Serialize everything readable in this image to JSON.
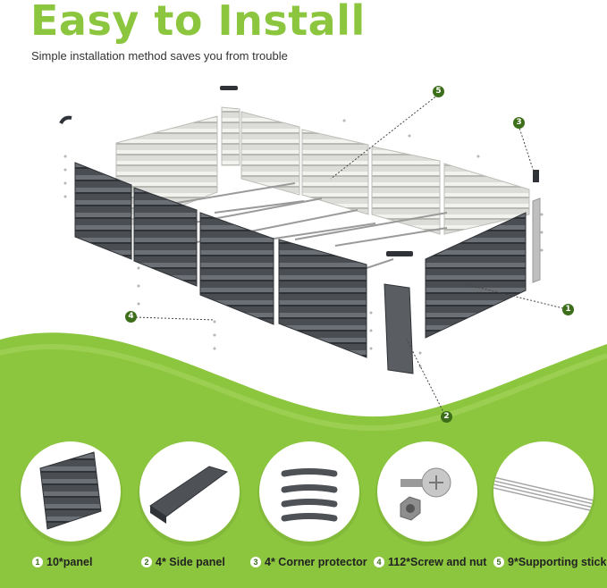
{
  "header": {
    "title": "Easy to Install",
    "subtitle": "Simple installation method saves you from trouble"
  },
  "callouts": [
    "1",
    "2",
    "3",
    "4",
    "5"
  ],
  "parts": [
    {
      "number": "1",
      "label": "10*panel",
      "icon": "panel-icon"
    },
    {
      "number": "2",
      "label": "4* Side panel",
      "icon": "side-panel-icon"
    },
    {
      "number": "3",
      "label": "4* Corner protector",
      "icon": "corner-protector-icon"
    },
    {
      "number": "4",
      "label": "112*Screw and nut",
      "icon": "screw-nut-icon"
    },
    {
      "number": "5",
      "label": "9*Supporting stick",
      "icon": "supporting-stick-icon"
    }
  ],
  "colors": {
    "accent_green": "#8cc63f",
    "badge_green": "#3d6e1a",
    "panel_dark": "#4e5257",
    "panel_light": "#d6d6d2"
  }
}
